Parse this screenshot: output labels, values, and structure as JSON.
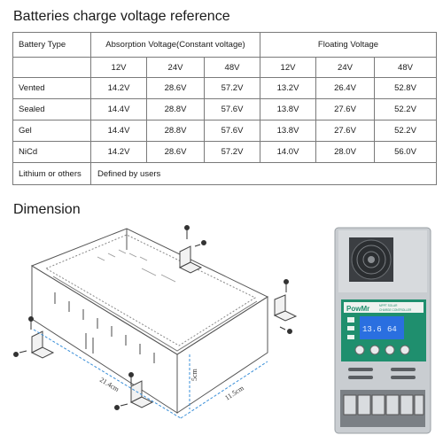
{
  "title": "Batteries charge voltage reference",
  "table": {
    "battery_type_header": "Battery Type",
    "absorption_header": "Absorption Voltage(Constant voltage)",
    "floating_header": "Floating Voltage",
    "voltages": [
      "12V",
      "24V",
      "48V",
      "12V",
      "24V",
      "48V"
    ],
    "rows": [
      {
        "type": "Vented",
        "values": [
          "14.2V",
          "28.6V",
          "57.2V",
          "13.2V",
          "26.4V",
          "52.8V"
        ]
      },
      {
        "type": "Sealed",
        "values": [
          "14.4V",
          "28.8V",
          "57.6V",
          "13.8V",
          "27.6V",
          "52.2V"
        ]
      },
      {
        "type": "Gel",
        "values": [
          "14.4V",
          "28.8V",
          "57.6V",
          "13.8V",
          "27.6V",
          "52.2V"
        ]
      },
      {
        "type": "NiCd",
        "values": [
          "14.2V",
          "28.6V",
          "57.2V",
          "14.0V",
          "28.0V",
          "56.0V"
        ]
      }
    ],
    "lithium_type": "Lithium or others",
    "lithium_note": "Defined by users"
  },
  "dimension_title": "Dimension",
  "dimensions": {
    "length": "21.4cm",
    "width": "11.5cm",
    "height": "5cm"
  },
  "device": {
    "brand": "PowMr",
    "subtitle_line1": "MPPT SOLAR",
    "subtitle_line2": "CHARGE CONTROLLER",
    "lcd_left": "13.6",
    "lcd_right": "64"
  },
  "colors": {
    "device_body": "#c9cdd1",
    "device_panel": "#1f8f6e",
    "lcd": "#2a6fe0",
    "dimension_line": "#3a8fd8"
  }
}
